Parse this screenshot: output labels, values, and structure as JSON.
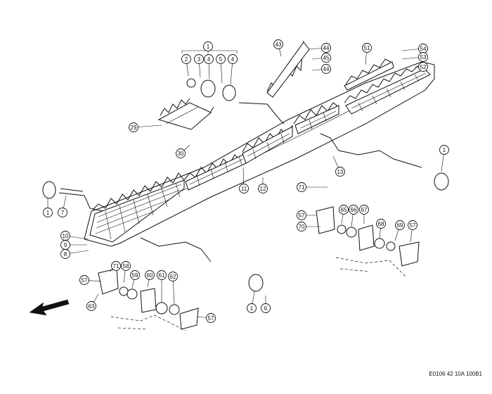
{
  "drawing_ref": "E0106 42 10A 100B1",
  "callouts": [
    "1",
    "2",
    "3",
    "4",
    "5",
    "4",
    "29",
    "30",
    "43",
    "44",
    "45",
    "44",
    "51",
    "54",
    "53",
    "52",
    "1",
    "13",
    "11",
    "12",
    "71",
    "57",
    "70",
    "65",
    "66",
    "67",
    "68",
    "69",
    "57",
    "1",
    "7",
    "10",
    "9",
    "8",
    "57",
    "71",
    "58",
    "59",
    "60",
    "61",
    "62",
    "63",
    "57",
    "1",
    "6"
  ]
}
